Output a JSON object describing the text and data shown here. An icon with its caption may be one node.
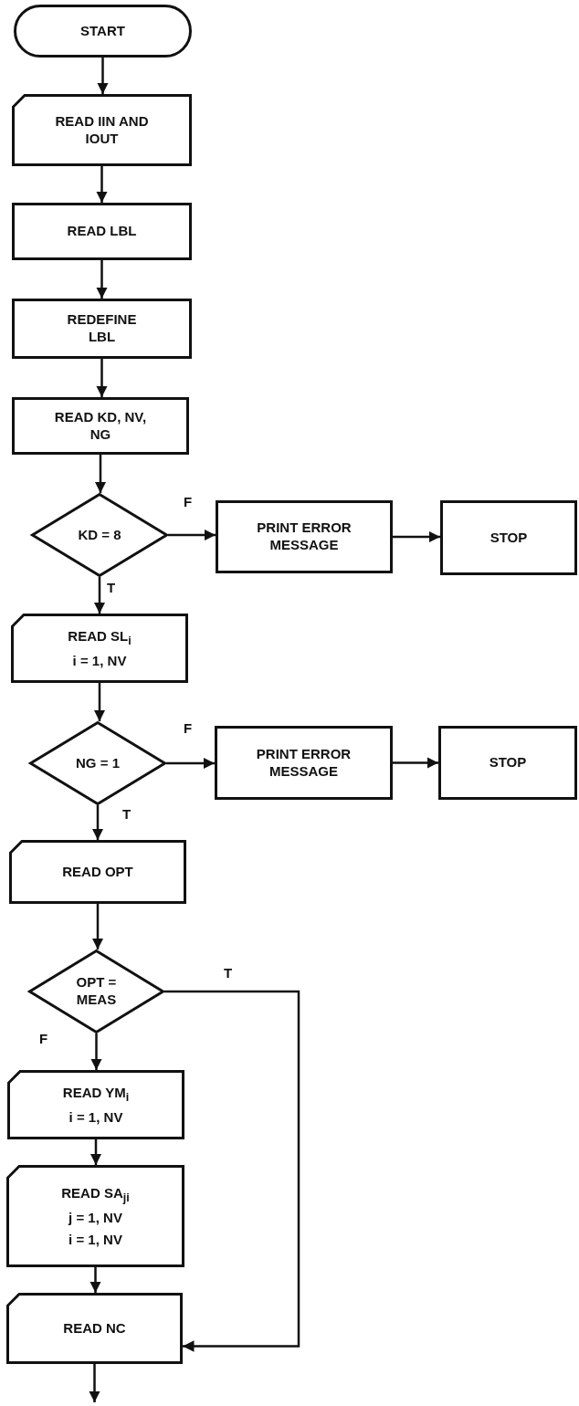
{
  "diagram": {
    "nodes": [
      {
        "text": [
          "START"
        ]
      },
      {
        "text": [
          "READ IIN AND IOUT"
        ]
      },
      {
        "text": [
          "READ LBL"
        ]
      },
      {
        "text": [
          "REDEFINE LBL"
        ]
      },
      {
        "text": [
          "READ KD, NV, NG"
        ]
      },
      {
        "text": [
          "KD = 8"
        ]
      },
      {
        "text": [
          "PRINT ERROR MESSAGE"
        ]
      },
      {
        "text": [
          "STOP"
        ]
      },
      {
        "text": [
          "READ SL$_{i}$",
          "i = 1, NV"
        ]
      },
      {
        "text": [
          "NG = 1"
        ]
      },
      {
        "text": [
          "PRINT ERROR MESSAGE"
        ]
      },
      {
        "text": [
          "STOP"
        ]
      },
      {
        "text": [
          "READ OPT"
        ]
      },
      {
        "text": [
          "OPT = MEAS"
        ]
      },
      {
        "text": [
          "READ YM$_{i}$",
          "i = 1, NV"
        ]
      },
      {
        "text": [
          "READ SA$_{ji}$",
          "j = 1, NV",
          "i = 1, NV"
        ]
      },
      {
        "text": [
          "READ NC"
        ]
      }
    ],
    "edges": [
      {
        "from": 0,
        "to": 1,
        "arrow": "to"
      },
      {
        "from": 1,
        "to": 2,
        "arrow": "to"
      },
      {
        "from": 2,
        "to": 3,
        "arrow": "to"
      },
      {
        "from": 3,
        "to": 4,
        "arrow": "to"
      },
      {
        "from": 4,
        "to": 5,
        "arrow": "to"
      },
      {
        "from": 5,
        "to": 6,
        "arrow": "to",
        "label": "F"
      },
      {
        "from": 6,
        "to": 7,
        "arrow": "to"
      },
      {
        "from": 5,
        "to": 8,
        "arrow": "to",
        "label": "T"
      },
      {
        "from": 8,
        "to": 9,
        "arrow": "to"
      },
      {
        "from": 9,
        "to": 10,
        "arrow": "to",
        "label": "F"
      },
      {
        "from": 10,
        "to": 11,
        "arrow": "to"
      },
      {
        "from": 9,
        "to": 12,
        "arrow": "to",
        "label": "T"
      },
      {
        "from": 12,
        "to": 13,
        "arrow": "to"
      },
      {
        "from": 13,
        "to": 14,
        "arrow": "to",
        "label": "F"
      },
      {
        "from": 13,
        "to": 16,
        "arrow": "to",
        "label": "T"
      },
      {
        "from": 14,
        "to": 15,
        "arrow": "to"
      },
      {
        "from": 15,
        "to": 16,
        "arrow": "to"
      },
      {
        "from": 16,
        "to": null,
        "arrow": "to"
      }
    ]
  }
}
